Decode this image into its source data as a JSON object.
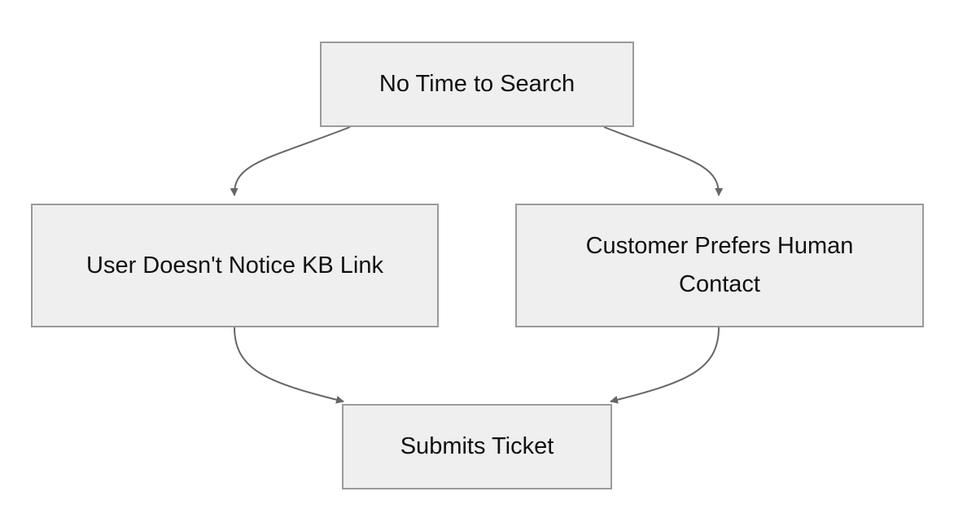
{
  "nodes": {
    "no_time": {
      "label": "No Time to Search"
    },
    "kb_link": {
      "label": "User Doesn't Notice KB Link"
    },
    "human": {
      "label": "Customer Prefers Human Contact"
    },
    "submit": {
      "label": "Submits Ticket"
    }
  },
  "edges": [
    {
      "from": "no_time",
      "to": "kb_link"
    },
    {
      "from": "no_time",
      "to": "human"
    },
    {
      "from": "kb_link",
      "to": "submit"
    },
    {
      "from": "human",
      "to": "submit"
    }
  ],
  "colors": {
    "node_fill": "#efefef",
    "node_border": "#9a9a9a",
    "edge": "#666666",
    "text": "#111111"
  }
}
